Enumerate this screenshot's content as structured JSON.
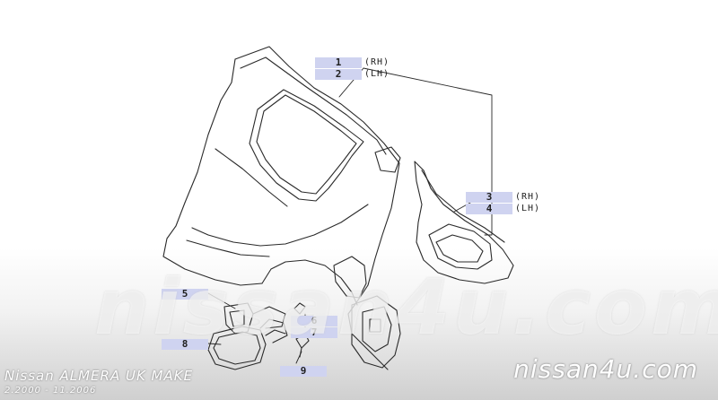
{
  "callouts": [
    {
      "num": "1",
      "side": "(RH)"
    },
    {
      "num": "2",
      "side": "(LH)"
    },
    {
      "num": "3",
      "side": "(RH)"
    },
    {
      "num": "4",
      "side": "(LH)"
    },
    {
      "num": "5",
      "side": ""
    },
    {
      "num": "6",
      "side": ""
    },
    {
      "num": "7",
      "side": ""
    },
    {
      "num": "8",
      "side": ""
    },
    {
      "num": "9",
      "side": ""
    }
  ],
  "watermark": "nissan4u.com",
  "caption": {
    "model": "Nissan ALMERA UK MAKE",
    "dates": "2.2000 - 11.2006"
  },
  "site_logo": "nissan4u.com",
  "colors": {
    "callout_fill": "#cfd3f0",
    "line": "#2a2a2a",
    "background_bottom": "#cfcfcf"
  }
}
